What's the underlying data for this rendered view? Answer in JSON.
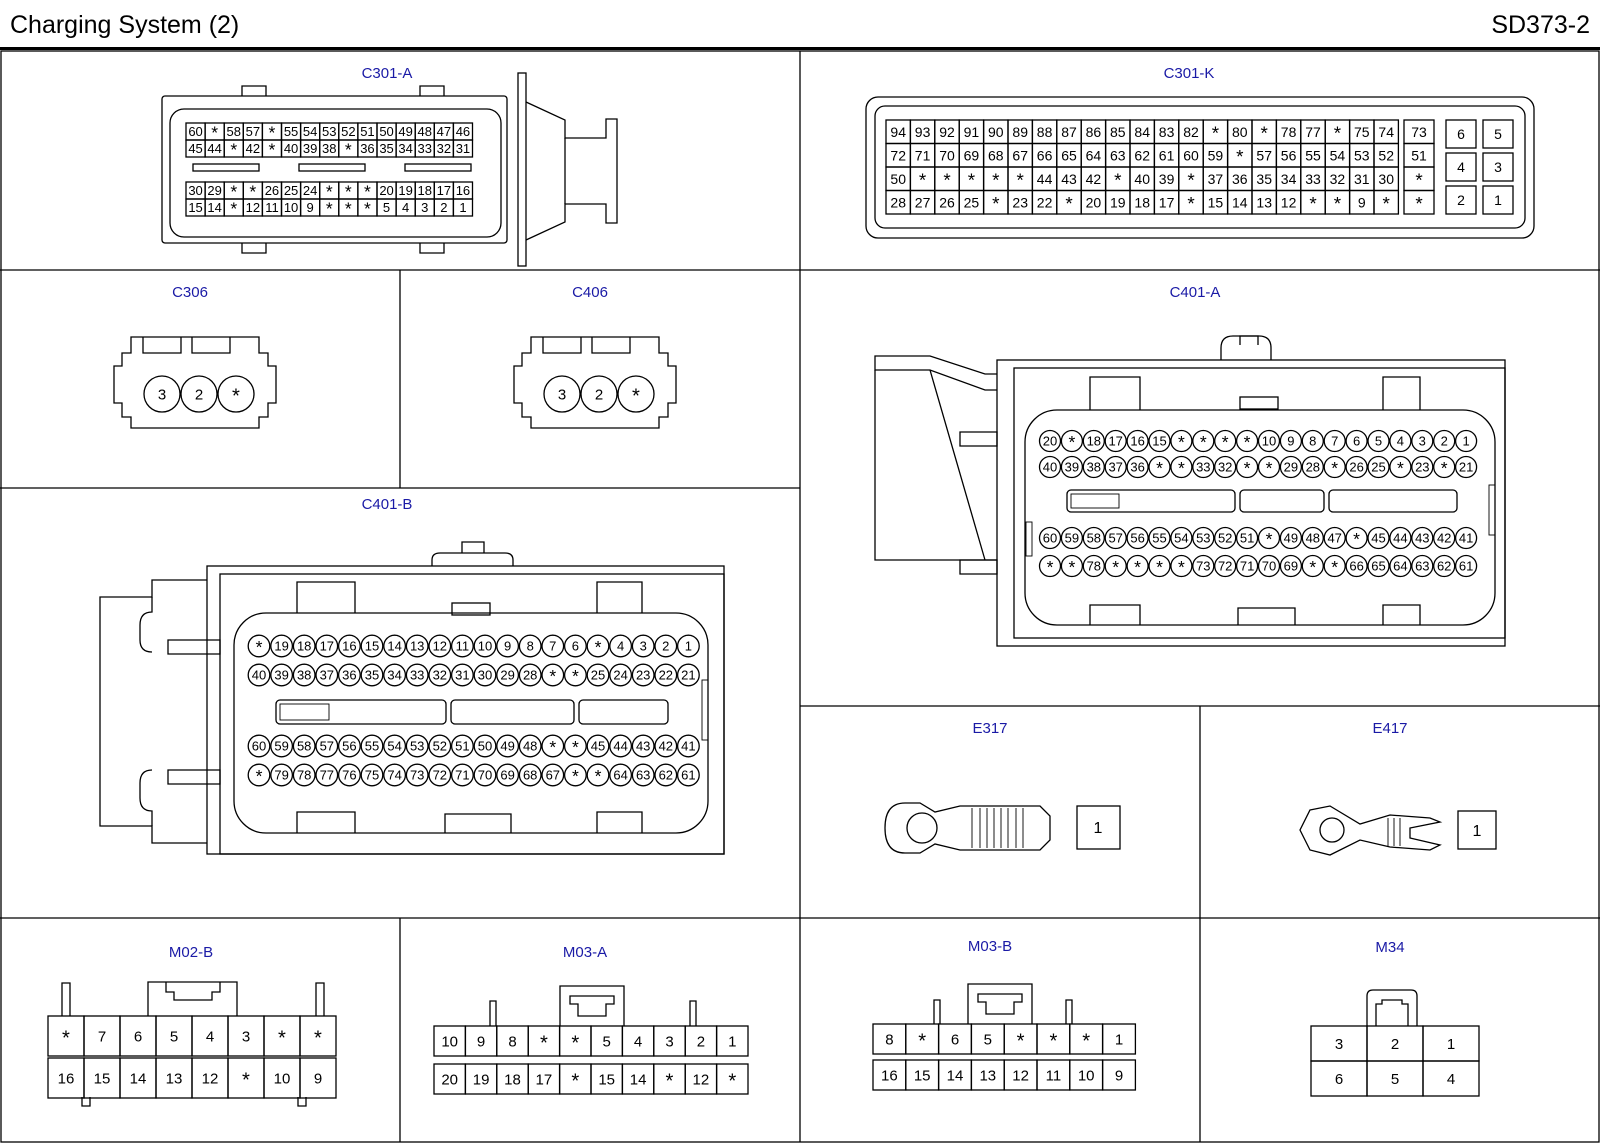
{
  "header": {
    "title": "Charging System (2)",
    "code": "SD373-2"
  },
  "connectors": {
    "c301a": {
      "label": "C301-A",
      "rows": [
        [
          "60",
          "*",
          "58",
          "57",
          "*",
          "55",
          "54",
          "53",
          "52",
          "51",
          "50",
          "49",
          "48",
          "47",
          "46"
        ],
        [
          "45",
          "44",
          "*",
          "42",
          "*",
          "40",
          "39",
          "38",
          "*",
          "36",
          "35",
          "34",
          "33",
          "32",
          "31"
        ],
        [
          "30",
          "29",
          "*",
          "*",
          "26",
          "25",
          "24",
          "*",
          "*",
          "*",
          "20",
          "19",
          "18",
          "17",
          "16"
        ],
        [
          "15",
          "14",
          "*",
          "12",
          "11",
          "10",
          "9",
          "*",
          "*",
          "*",
          "5",
          "4",
          "3",
          "2",
          "1"
        ]
      ]
    },
    "c301k": {
      "label": "C301-K",
      "main_rows": [
        [
          "94",
          "93",
          "92",
          "91",
          "90",
          "89",
          "88",
          "87",
          "86",
          "85",
          "84",
          "83",
          "82",
          "*",
          "80",
          "*",
          "78",
          "77",
          "*",
          "75",
          "74"
        ],
        [
          "72",
          "71",
          "70",
          "69",
          "68",
          "67",
          "66",
          "65",
          "64",
          "63",
          "62",
          "61",
          "60",
          "59",
          "*",
          "57",
          "56",
          "55",
          "54",
          "53",
          "52"
        ],
        [
          "50",
          "*",
          "*",
          "*",
          "*",
          "*",
          "44",
          "43",
          "42",
          "*",
          "40",
          "39",
          "*",
          "37",
          "36",
          "35",
          "34",
          "33",
          "32",
          "31",
          "30"
        ],
        [
          "28",
          "27",
          "26",
          "25",
          "*",
          "23",
          "22",
          "*",
          "20",
          "19",
          "18",
          "17",
          "*",
          "15",
          "14",
          "13",
          "12",
          "*",
          "*",
          "9",
          "*"
        ]
      ],
      "mid_col": [
        "73",
        "51",
        "*",
        "*"
      ],
      "right_grid": [
        [
          "6",
          "5"
        ],
        [
          "4",
          "3"
        ],
        [
          "2",
          "1"
        ]
      ]
    },
    "c306": {
      "label": "C306",
      "pins": [
        "3",
        "2",
        "*"
      ]
    },
    "c406": {
      "label": "C406",
      "pins": [
        "3",
        "2",
        "*"
      ]
    },
    "c401a": {
      "label": "C401-A",
      "rows": [
        [
          "20",
          "*",
          "18",
          "17",
          "16",
          "15",
          "*",
          "*",
          "*",
          "*",
          "10",
          "9",
          "8",
          "7",
          "6",
          "5",
          "4",
          "3",
          "2",
          "1"
        ],
        [
          "40",
          "39",
          "38",
          "37",
          "36",
          "*",
          "*",
          "33",
          "32",
          "*",
          "*",
          "29",
          "28",
          "*",
          "26",
          "25",
          "*",
          "23",
          "*",
          "21"
        ],
        [
          "60",
          "59",
          "58",
          "57",
          "56",
          "55",
          "54",
          "53",
          "52",
          "51",
          "*",
          "49",
          "48",
          "47",
          "*",
          "45",
          "44",
          "43",
          "42",
          "41"
        ],
        [
          "*",
          "*",
          "78",
          "*",
          "*",
          "*",
          "*",
          "73",
          "72",
          "71",
          "70",
          "69",
          "*",
          "*",
          "66",
          "65",
          "64",
          "63",
          "62",
          "61"
        ]
      ]
    },
    "c401b": {
      "label": "C401-B",
      "rows": [
        [
          "*",
          "19",
          "18",
          "17",
          "16",
          "15",
          "14",
          "13",
          "12",
          "11",
          "10",
          "9",
          "8",
          "7",
          "6",
          "*",
          "4",
          "3",
          "2",
          "1"
        ],
        [
          "40",
          "39",
          "38",
          "37",
          "36",
          "35",
          "34",
          "33",
          "32",
          "31",
          "30",
          "29",
          "28",
          "*",
          "*",
          "25",
          "24",
          "23",
          "22",
          "21"
        ],
        [
          "60",
          "59",
          "58",
          "57",
          "56",
          "55",
          "54",
          "53",
          "52",
          "51",
          "50",
          "49",
          "48",
          "*",
          "*",
          "45",
          "44",
          "43",
          "42",
          "41"
        ],
        [
          "*",
          "79",
          "78",
          "77",
          "76",
          "75",
          "74",
          "73",
          "72",
          "71",
          "70",
          "69",
          "68",
          "67",
          "*",
          "*",
          "64",
          "63",
          "62",
          "61"
        ]
      ]
    },
    "e317": {
      "label": "E317",
      "pin": "1"
    },
    "e417": {
      "label": "E417",
      "pin": "1"
    },
    "m02b": {
      "label": "M02-B",
      "rows": [
        [
          "*",
          "7",
          "6",
          "5",
          "4",
          "3",
          "*",
          "*"
        ],
        [
          "16",
          "15",
          "14",
          "13",
          "12",
          "*",
          "10",
          "9"
        ]
      ]
    },
    "m03a": {
      "label": "M03-A",
      "rows": [
        [
          "10",
          "9",
          "8",
          "*",
          "*",
          "5",
          "4",
          "3",
          "2",
          "1"
        ],
        [
          "20",
          "19",
          "18",
          "17",
          "*",
          "15",
          "14",
          "*",
          "12",
          "*"
        ]
      ]
    },
    "m03b": {
      "label": "M03-B",
      "rows": [
        [
          "8",
          "*",
          "6",
          "5",
          "*",
          "*",
          "*",
          "1"
        ],
        [
          "16",
          "15",
          "14",
          "13",
          "12",
          "11",
          "10",
          "9"
        ]
      ]
    },
    "m34": {
      "label": "M34",
      "rows": [
        [
          "3",
          "2",
          "1"
        ],
        [
          "6",
          "5",
          "4"
        ]
      ]
    }
  }
}
